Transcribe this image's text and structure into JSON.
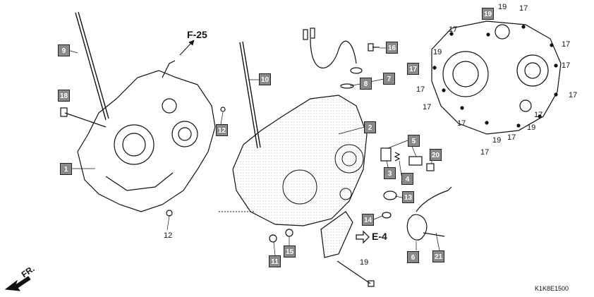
{
  "refs": {
    "f25": "F-25",
    "e4": "E-4",
    "fr": "FR."
  },
  "drawing_code": "K1K8E1500",
  "boxed_labels": [
    "9",
    "18",
    "1",
    "12",
    "10",
    "16",
    "8",
    "7",
    "2",
    "5",
    "3",
    "4",
    "20",
    "13",
    "14",
    "6",
    "15",
    "11",
    "21",
    "19"
  ],
  "plain_labels": [
    "12",
    "19",
    "19",
    "17",
    "17",
    "17",
    "17",
    "17",
    "17",
    "17",
    "17",
    "17",
    "17",
    "19",
    "17",
    "19",
    "17",
    "19"
  ],
  "colors": {
    "box_fill": "#8a8a8a",
    "line": "#111111"
  }
}
